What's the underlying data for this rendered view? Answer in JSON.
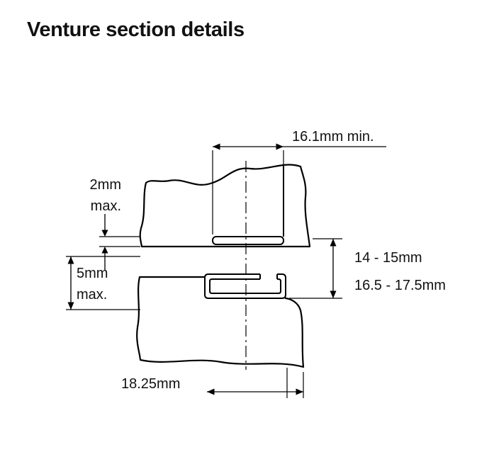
{
  "title": "Venture section details",
  "diagram": {
    "dim_top_width": "16.1mm min.",
    "dim_recess": {
      "line1": "2mm",
      "line2": "max."
    },
    "dim_gap": {
      "line1": "5mm",
      "line2": "max."
    },
    "dim_engagement": "14 - 15mm",
    "dim_overall": "16.5 - 17.5mm",
    "dim_bottom_width": "18.25mm"
  },
  "colors": {
    "background": "#ffffff",
    "line": "#000000",
    "text": "#111111"
  }
}
